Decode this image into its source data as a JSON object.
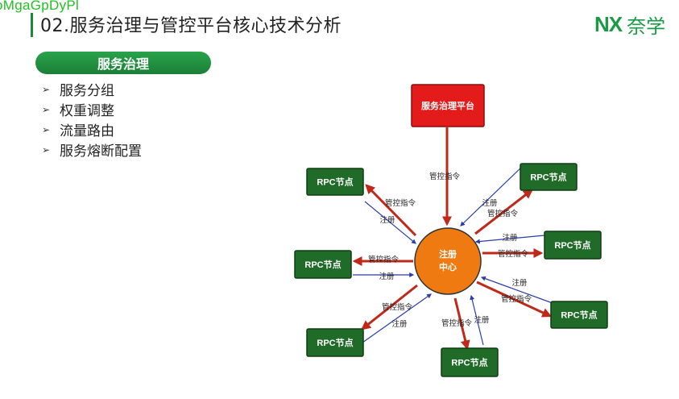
{
  "watermark": "oMgaGpDyPl",
  "title": "02.服务治理与管控平台核心技术分析",
  "logo": {
    "mark": "NX",
    "text": "奈学"
  },
  "section_pill": "服务治理",
  "bullets": [
    "服务分组",
    "权重调整",
    "流量路由",
    "服务熔断配置"
  ],
  "diagram": {
    "platform_label": "服务治理平台",
    "center_label_line1": "注册",
    "center_label_line2": "中心",
    "node_label": "RPC节点",
    "control_label": "管控指令",
    "register_label": "注册",
    "colors": {
      "control": "#c0281a",
      "register": "#2a3da8",
      "platform": "#e31b1b",
      "node": "#1f6b27",
      "center": "#ef7a12"
    }
  }
}
